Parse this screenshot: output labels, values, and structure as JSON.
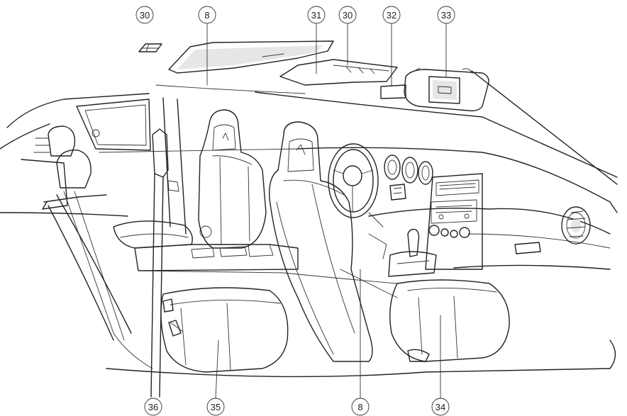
{
  "callouts": [
    {
      "id": "c30a",
      "label": "30"
    },
    {
      "id": "c8a",
      "label": "8"
    },
    {
      "id": "c31",
      "label": "31"
    },
    {
      "id": "c30b",
      "label": "30"
    },
    {
      "id": "c32",
      "label": "32"
    },
    {
      "id": "c33",
      "label": "33"
    },
    {
      "id": "c36",
      "label": "36"
    },
    {
      "id": "c35",
      "label": "35"
    },
    {
      "id": "c8b",
      "label": "8"
    },
    {
      "id": "c34",
      "label": "34"
    }
  ]
}
